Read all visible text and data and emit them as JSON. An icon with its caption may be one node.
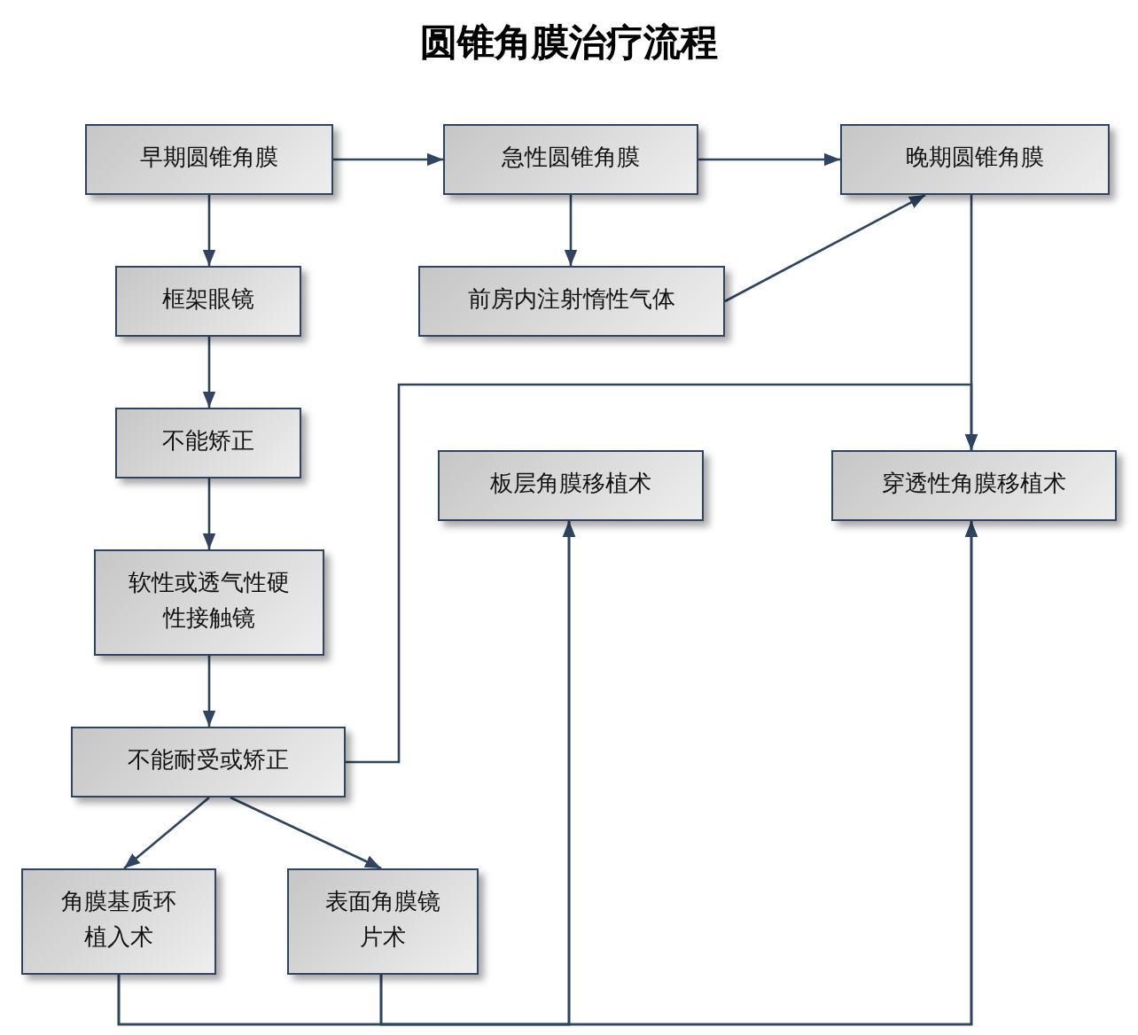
{
  "diagram": {
    "title": "圆锥角膜治疗流程",
    "nodes": [
      {
        "text": [
          "早期圆锥角膜"
        ]
      },
      {
        "text": [
          "急性圆锥角膜"
        ]
      },
      {
        "text": [
          "晚期圆锥角膜"
        ]
      },
      {
        "text": [
          "框架眼镜"
        ]
      },
      {
        "text": [
          "前房内注射惰性气体"
        ]
      },
      {
        "text": [
          "不能矫正"
        ]
      },
      {
        "text": [
          "板层角膜移植术"
        ]
      },
      {
        "text": [
          "穿透性角膜移植术"
        ]
      },
      {
        "text": [
          "软性或透气性硬性接触镜"
        ]
      },
      {
        "text": [
          "不能耐受或矫正"
        ]
      },
      {
        "text": [
          "角膜基质环植入术"
        ]
      },
      {
        "text": [
          "表面角膜镜片术"
        ]
      }
    ],
    "edges": [
      {
        "from": 0,
        "to": 1,
        "arrow": "to"
      },
      {
        "from": 1,
        "to": 2,
        "arrow": "to"
      },
      {
        "from": 0,
        "to": 3,
        "arrow": "to"
      },
      {
        "from": 1,
        "to": 4,
        "arrow": "to"
      },
      {
        "from": 4,
        "to": 2,
        "arrow": "to"
      },
      {
        "from": 2,
        "to": 7,
        "arrow": "to"
      },
      {
        "from": 3,
        "to": 5,
        "arrow": "to"
      },
      {
        "from": 5,
        "to": 8,
        "arrow": "to"
      },
      {
        "from": 8,
        "to": 9,
        "arrow": "to"
      },
      {
        "from": 9,
        "to": 10,
        "arrow": "to"
      },
      {
        "from": 9,
        "to": 11,
        "arrow": "to"
      },
      {
        "from": 9,
        "to": 7,
        "arrow": "to"
      },
      {
        "from": 10,
        "to": 6,
        "arrow": "to"
      },
      {
        "from": 10,
        "to": 7,
        "arrow": "to"
      },
      {
        "from": 11,
        "to": 6,
        "arrow": "to"
      },
      {
        "from": 11,
        "to": 7,
        "arrow": "to"
      }
    ]
  }
}
